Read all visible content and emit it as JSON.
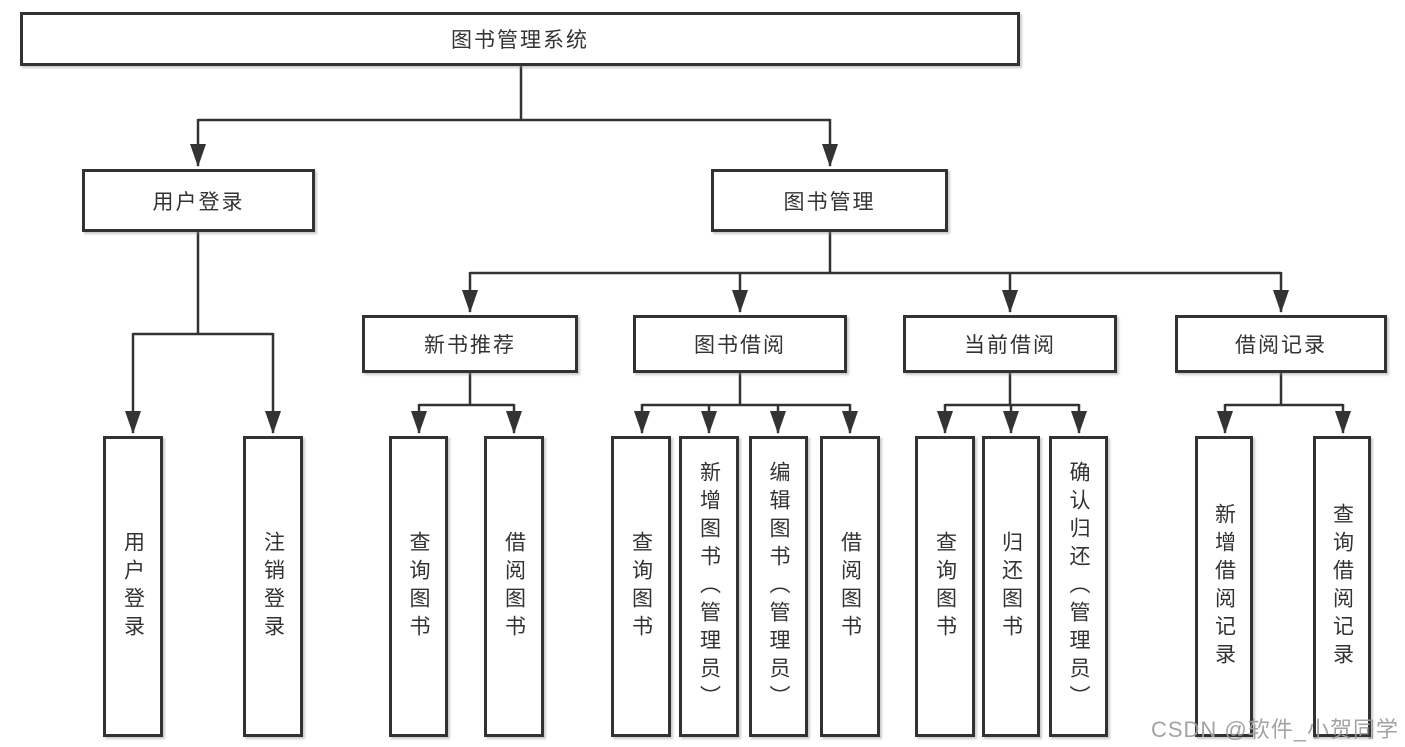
{
  "colors": {
    "line": "#333333",
    "text": "#333333",
    "node_background": "#ffffff",
    "watermark": "#9e9e9e"
  },
  "watermark": {
    "text": "CSDN @软件_小贺同学"
  },
  "tree": {
    "root": {
      "label": "图书管理系统"
    },
    "branches": [
      {
        "label": "用户登录",
        "leaves": [
          {
            "label": "用户登录"
          },
          {
            "label": "注销登录"
          }
        ]
      },
      {
        "label": "图书管理",
        "groups": [
          {
            "label": "新书推荐",
            "leaves": [
              {
                "label": "查询图书"
              },
              {
                "label": "借阅图书"
              }
            ]
          },
          {
            "label": "图书借阅",
            "leaves": [
              {
                "label": "查询图书"
              },
              {
                "label": "新增图书（管理员）"
              },
              {
                "label": "编辑图书（管理员）"
              },
              {
                "label": "借阅图书"
              }
            ]
          },
          {
            "label": "当前借阅",
            "leaves": [
              {
                "label": "查询图书"
              },
              {
                "label": "归还图书"
              },
              {
                "label": "确认归还（管理员）"
              }
            ]
          },
          {
            "label": "借阅记录",
            "leaves": [
              {
                "label": "新增借阅记录"
              },
              {
                "label": "查询借阅记录"
              }
            ]
          }
        ]
      }
    ]
  }
}
